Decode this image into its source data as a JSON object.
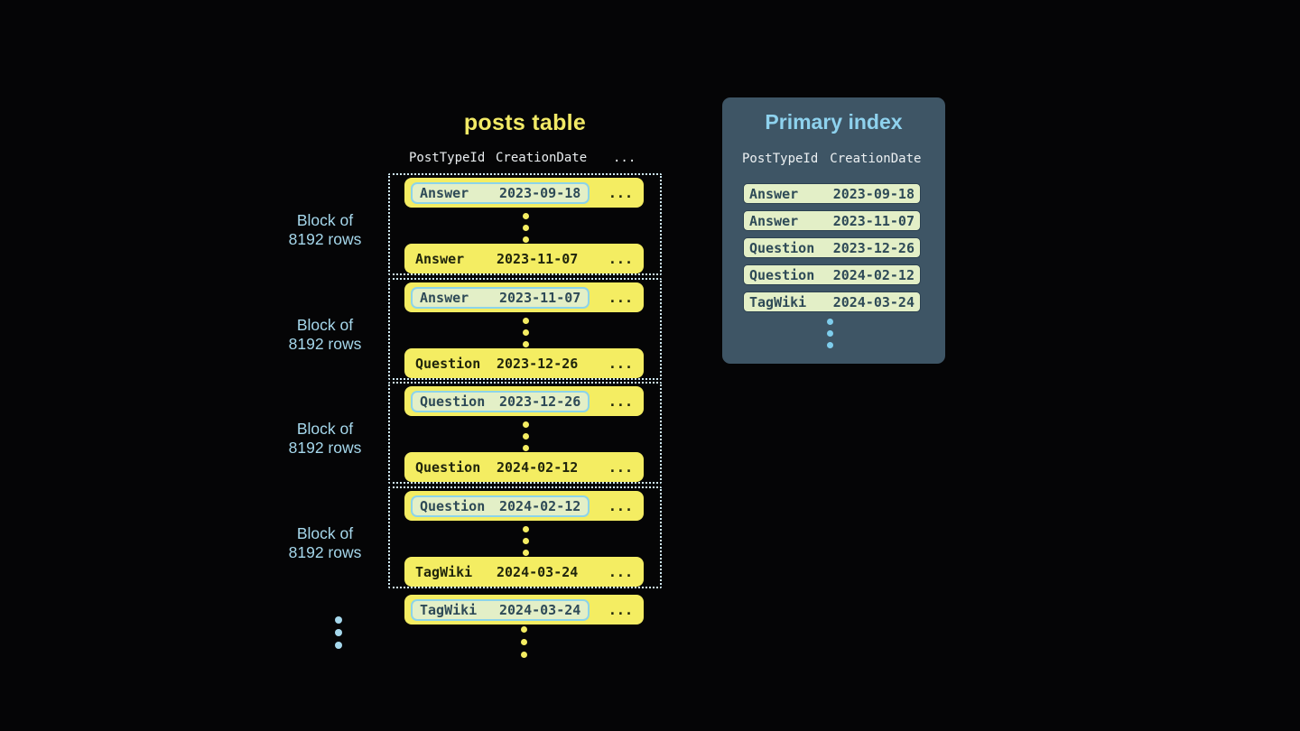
{
  "colors": {
    "background": "#050506",
    "row_yellow": "#f4ed62",
    "row_text_dark": "#20250c",
    "highlight_green": "#e3efc7",
    "highlight_border_blue": "#8cd4ea",
    "highlight_text": "#2e4a57",
    "block_border_dotted": "#cfe9f3",
    "label_blue": "#a6d8ec",
    "panel_background": "#3e5565",
    "panel_title_blue": "#8ed2ee",
    "panel_dots_blue": "#7ecdec",
    "header_text": "#e9edef",
    "title_yellow": "#f2ea66"
  },
  "posts_table": {
    "title": "posts table",
    "header": {
      "col1": "PostTypeId",
      "col2": "CreationDate",
      "col3": "..."
    },
    "block_label": {
      "line1": "Block of",
      "line2": "8192 rows"
    },
    "blocks": [
      {
        "first_row": {
          "type": "Answer",
          "date": "2023-09-18",
          "more": "..."
        },
        "last_row": {
          "type": "Answer",
          "date": "2023-11-07",
          "more": "..."
        }
      },
      {
        "first_row": {
          "type": "Answer",
          "date": "2023-11-07",
          "more": "..."
        },
        "last_row": {
          "type": "Question",
          "date": "2023-12-26",
          "more": "..."
        }
      },
      {
        "first_row": {
          "type": "Question",
          "date": "2023-12-26",
          "more": "..."
        },
        "last_row": {
          "type": "Question",
          "date": "2024-02-12",
          "more": "..."
        }
      },
      {
        "first_row": {
          "type": "Question",
          "date": "2024-02-12",
          "more": "..."
        },
        "last_row": {
          "type": "TagWiki",
          "date": "2024-03-24",
          "more": "..."
        }
      }
    ],
    "overflow_row": {
      "type": "TagWiki",
      "date": "2024-03-24",
      "more": "..."
    }
  },
  "primary_index": {
    "title": "Primary index",
    "header": {
      "col1": "PostTypeId",
      "col2": "CreationDate"
    },
    "rows": [
      {
        "type": "Answer",
        "date": "2023-09-18"
      },
      {
        "type": "Answer",
        "date": "2023-11-07"
      },
      {
        "type": "Question",
        "date": "2023-12-26"
      },
      {
        "type": "Question",
        "date": "2024-02-12"
      },
      {
        "type": "TagWiki",
        "date": "2024-03-24"
      }
    ]
  }
}
